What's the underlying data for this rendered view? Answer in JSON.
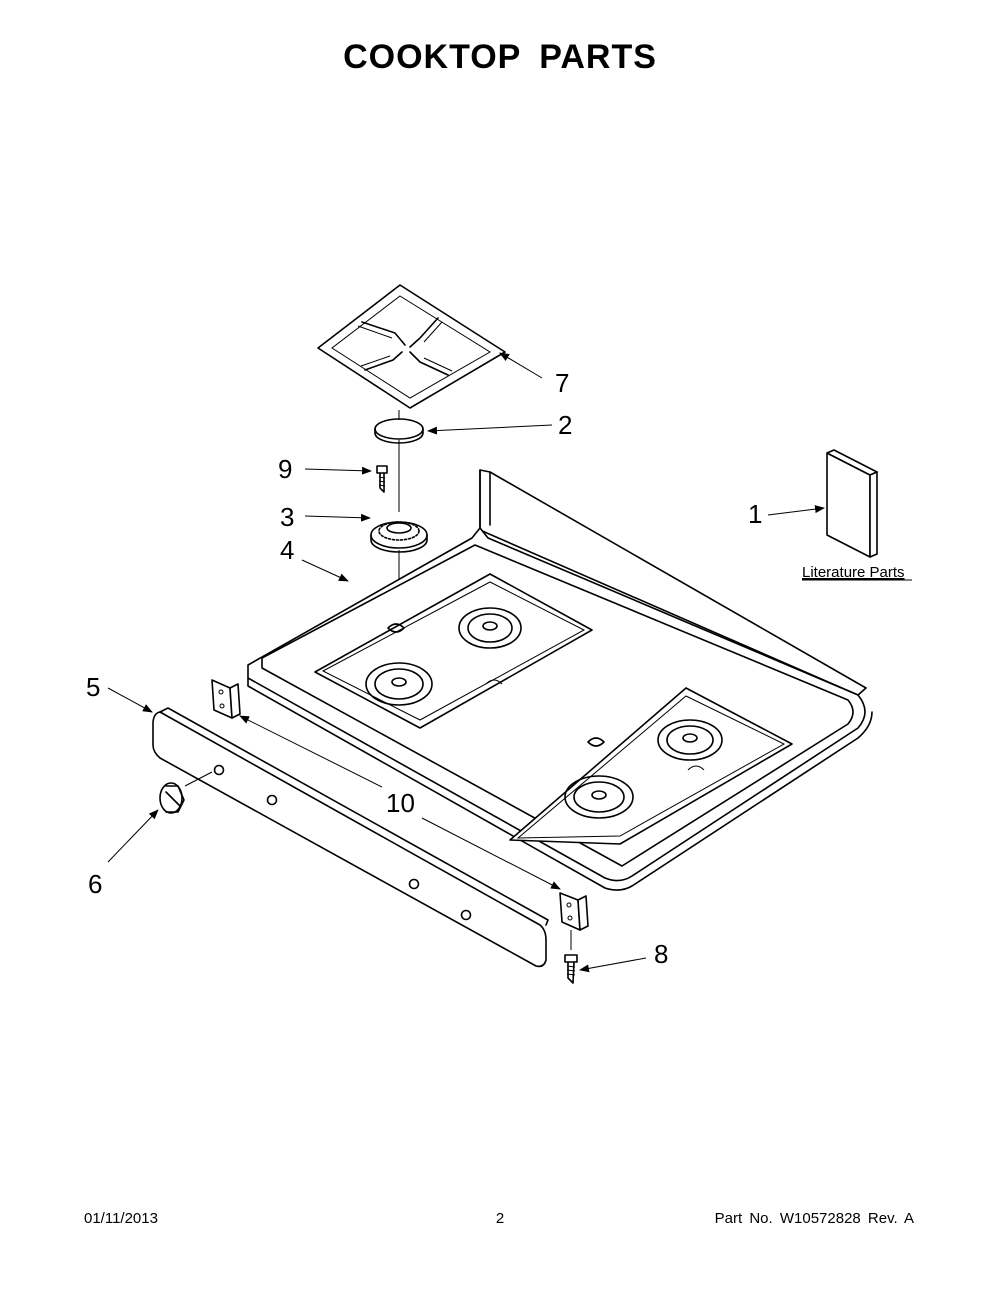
{
  "title": "COOKTOP PARTS",
  "callouts": {
    "c1": "1",
    "c2": "2",
    "c3": "3",
    "c4": "4",
    "c5": "5",
    "c6": "6",
    "c7": "7",
    "c8": "8",
    "c9": "9",
    "c10": "10"
  },
  "literature_label": "Literature Parts",
  "footer": {
    "date": "01/11/2013",
    "page": "2",
    "part_no": "Part No.  W10572828  Rev.  A"
  }
}
